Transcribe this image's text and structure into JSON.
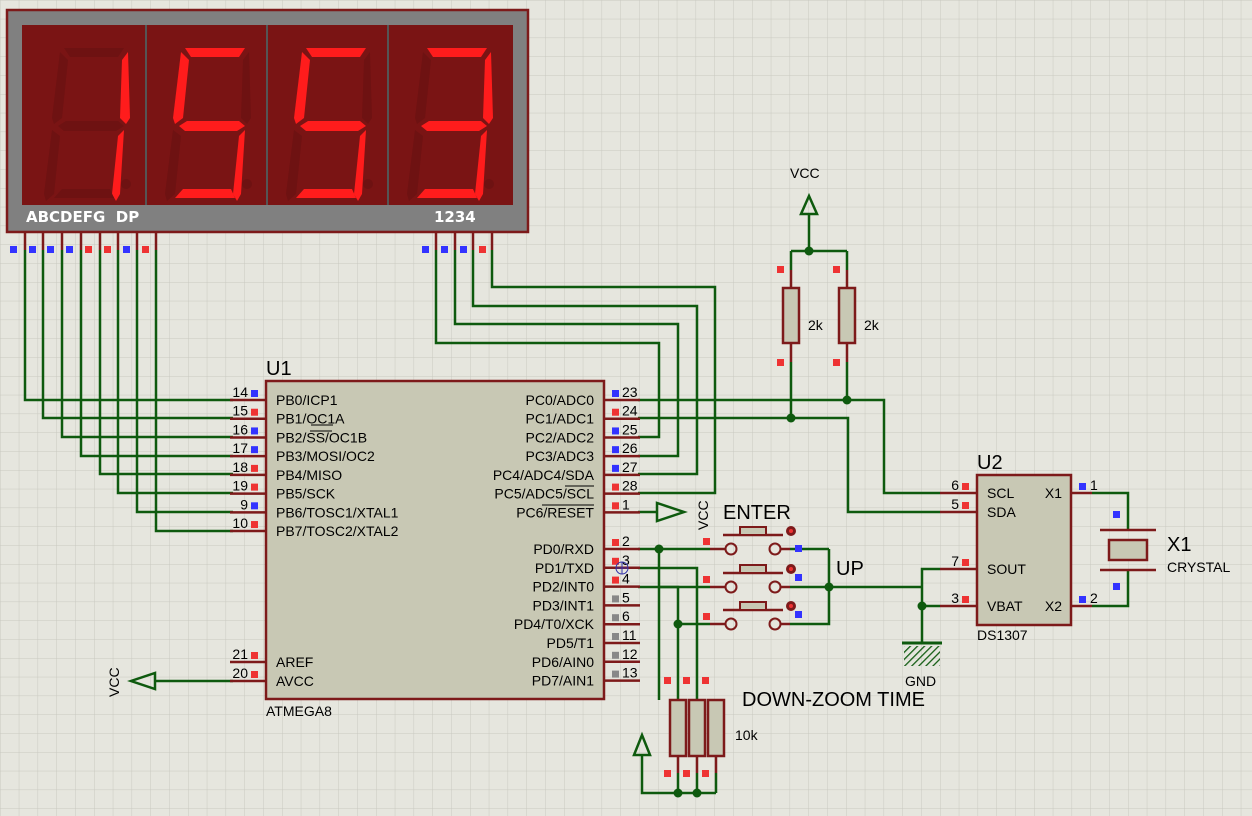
{
  "display": {
    "digits": [
      "1",
      "5",
      "5",
      "3"
    ],
    "segment_label": "ABCDEFG  DP",
    "digit_label": "1234",
    "colors": {
      "on": "#ff1c1c",
      "off": "#6e1212",
      "frame": "#808080",
      "panel": "#7a1414"
    }
  },
  "u1": {
    "ref": "U1",
    "part": "ATMEGA8",
    "left_pins": [
      {
        "num": "14",
        "name": "PB0/ICP1"
      },
      {
        "num": "15",
        "name": "PB1/OC1A"
      },
      {
        "num": "16",
        "name": "PB2/SS/OC1B"
      },
      {
        "num": "17",
        "name": "PB3/MOSI/OC2"
      },
      {
        "num": "18",
        "name": "PB4/MISO"
      },
      {
        "num": "19",
        "name": "PB5/SCK"
      },
      {
        "num": "9",
        "name": "PB6/TOSC1/XTAL1"
      },
      {
        "num": "10",
        "name": "PB7/TOSC2/XTAL2"
      }
    ],
    "left_pins_bottom": [
      {
        "num": "21",
        "name": "AREF"
      },
      {
        "num": "20",
        "name": "AVCC"
      }
    ],
    "right_pins": [
      {
        "num": "23",
        "name": "PC0/ADC0"
      },
      {
        "num": "24",
        "name": "PC1/ADC1"
      },
      {
        "num": "25",
        "name": "PC2/ADC2"
      },
      {
        "num": "26",
        "name": "PC3/ADC3"
      },
      {
        "num": "27",
        "name": "PC4/ADC4/SDA"
      },
      {
        "num": "28",
        "name": "PC5/ADC5/SCL"
      },
      {
        "num": "1",
        "name": "PC6/RESET"
      }
    ],
    "right_pins_bottom": [
      {
        "num": "2",
        "name": "PD0/RXD"
      },
      {
        "num": "3",
        "name": "PD1/TXD"
      },
      {
        "num": "4",
        "name": "PD2/INT0"
      },
      {
        "num": "5",
        "name": "PD3/INT1"
      },
      {
        "num": "6",
        "name": "PD4/T0/XCK"
      },
      {
        "num": "11",
        "name": "PD5/T1"
      },
      {
        "num": "12",
        "name": "PD6/AIN0"
      },
      {
        "num": "13",
        "name": "PD7/AIN1"
      }
    ]
  },
  "u2": {
    "ref": "U2",
    "part": "DS1307",
    "left_pins": [
      {
        "num": "6",
        "name": "SCL"
      },
      {
        "num": "5",
        "name": "SDA"
      },
      {
        "num": "7",
        "name": "SOUT"
      },
      {
        "num": "3",
        "name": "VBAT"
      }
    ],
    "right_pins": [
      {
        "num": "1",
        "name": "X1"
      },
      {
        "num": "2",
        "name": "X2"
      }
    ]
  },
  "crystal": {
    "ref": "X1",
    "part": "CRYSTAL"
  },
  "pullups": {
    "r1": "2k",
    "r2": "2k"
  },
  "pulldowns": {
    "value": "10k"
  },
  "labels": {
    "vcc_top": "VCC",
    "vcc_reset": "VCC",
    "vcc_avcc": "VCC",
    "gnd": "GND",
    "enter": "ENTER",
    "up": "UP",
    "down": "DOWN-ZOOM TIME"
  }
}
